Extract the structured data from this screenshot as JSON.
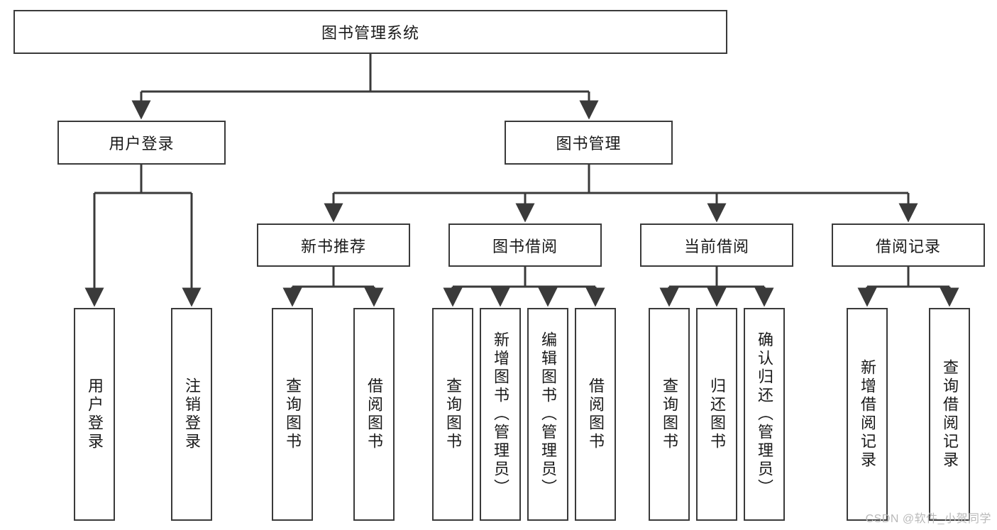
{
  "diagram": {
    "title_node": {
      "label": "图书管理系统"
    },
    "level2": [
      {
        "id": "user-login",
        "label": "用户登录"
      },
      {
        "id": "book-management",
        "label": "图书管理"
      }
    ],
    "level3": [
      {
        "id": "new-book-recommend",
        "label": "新书推荐"
      },
      {
        "id": "book-borrow",
        "label": "图书借阅"
      },
      {
        "id": "current-borrow",
        "label": "当前借阅"
      },
      {
        "id": "borrow-record",
        "label": "借阅记录"
      }
    ],
    "leaves": {
      "user_login": [
        {
          "id": "leaf-user-login",
          "label": "用户登录"
        },
        {
          "id": "leaf-logout-login",
          "label": "注销登录"
        }
      ],
      "new_book_recommend": [
        {
          "id": "leaf-query-book-1",
          "label": "查询图书"
        },
        {
          "id": "leaf-borrow-book-1",
          "label": "借阅图书"
        }
      ],
      "book_borrow": [
        {
          "id": "leaf-query-book-2",
          "label": "查询图书"
        },
        {
          "id": "leaf-add-book",
          "label": "新增图书（管理员）"
        },
        {
          "id": "leaf-edit-book",
          "label": "编辑图书（管理员）"
        },
        {
          "id": "leaf-borrow-book-2",
          "label": "借阅图书"
        }
      ],
      "current_borrow": [
        {
          "id": "leaf-query-book-3",
          "label": "查询图书"
        },
        {
          "id": "leaf-return-book",
          "label": "归还图书"
        },
        {
          "id": "leaf-confirm-return",
          "label": "确认归还（管理员）"
        }
      ],
      "borrow_record": [
        {
          "id": "leaf-add-record",
          "label": "新增借阅记录"
        },
        {
          "id": "leaf-query-record",
          "label": "查询借阅记录"
        }
      ]
    }
  },
  "watermark": {
    "text": "CSDN @软件_小贺同学"
  },
  "colors": {
    "border": "#3a3a3a",
    "text": "#1a1a1a",
    "background": "#ffffff",
    "watermark": "#b9b9b9"
  }
}
